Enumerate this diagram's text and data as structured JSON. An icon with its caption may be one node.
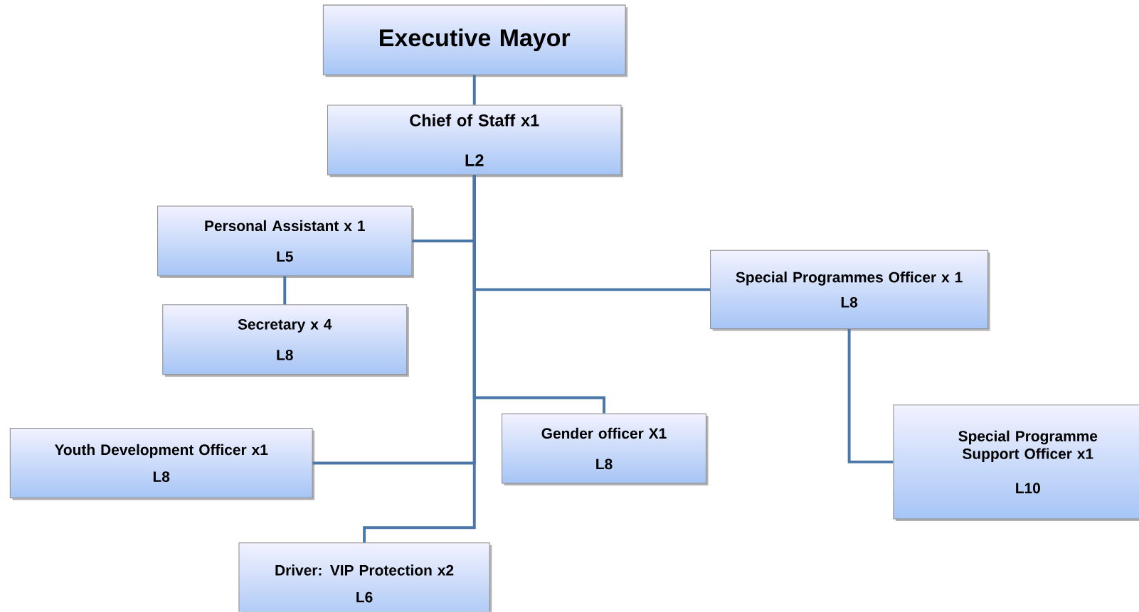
{
  "diagram": {
    "nodes": [
      {
        "text": [
          "Executive Mayor"
        ]
      },
      {
        "text": [
          "Chief of Staff x1",
          "L2"
        ]
      },
      {
        "text": [
          "Personal Assistant x 1",
          "L5"
        ]
      },
      {
        "text": [
          "Secretary x 4",
          "L8"
        ]
      },
      {
        "text": [
          "Special Programmes Officer x 1",
          "L8"
        ]
      },
      {
        "text": [
          "Gender officer X1",
          "L8"
        ]
      },
      {
        "text": [
          "Youth Development Officer x1",
          "L8"
        ]
      },
      {
        "text": [
          "Special Programme Support Officer x1",
          "L10"
        ]
      },
      {
        "text": [
          "Driver: VIP Protection x2",
          "L6"
        ]
      }
    ],
    "edges": [
      {
        "from": 0,
        "to": 1,
        "arrow": "none"
      },
      {
        "from": 1,
        "to": 2,
        "arrow": "none"
      },
      {
        "from": 2,
        "to": 3,
        "arrow": "none"
      },
      {
        "from": 1,
        "to": 4,
        "arrow": "none"
      },
      {
        "from": 1,
        "to": 5,
        "arrow": "none"
      },
      {
        "from": 1,
        "to": 6,
        "arrow": "none"
      },
      {
        "from": 1,
        "to": 8,
        "arrow": "none"
      },
      {
        "from": 4,
        "to": 7,
        "arrow": "none"
      }
    ]
  }
}
